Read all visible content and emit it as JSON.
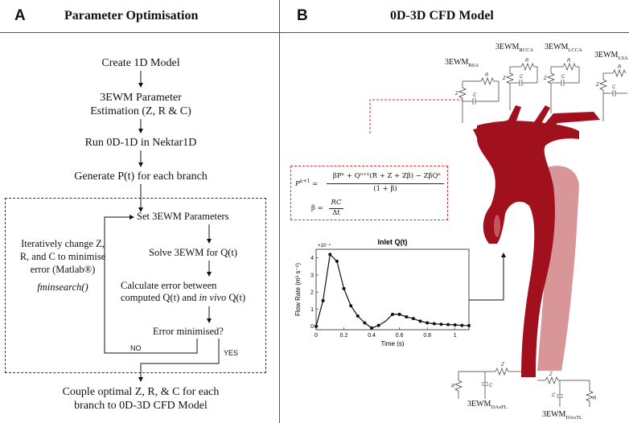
{
  "panel_a": {
    "letter": "A",
    "title": "Parameter Optimisation",
    "steps": {
      "create": "Create 1D Model",
      "estimation_line1": "3EWM Parameter",
      "estimation_line2": "Estimation (Z, R & C)",
      "run": "Run 0D-1D in Nektar1D",
      "generate": "Generate P(t) for each branch",
      "set": "Set 3EWM Parameters",
      "solve": "Solve 3EWM for Q(t)",
      "calc_line1": "Calculate error between",
      "calc_line2_prefix": "computed Q(t) and ",
      "calc_line2_italic": "in vivo",
      "calc_line2_suffix": " Q(t)",
      "error": "Error minimised?",
      "no": "NO",
      "yes": "YES",
      "couple_line1": "Couple optimal Z, R, & C for each",
      "couple_line2": "branch to 0D-3D CFD Model"
    },
    "side_note": {
      "line1": "Iteratively change Z,",
      "line2": "R, and C to minimise",
      "line3": "error (Matlab®)",
      "function": "fminsearch()"
    }
  },
  "panel_b": {
    "letter": "B",
    "title": "0D-3D CFD Model",
    "windkessel_labels": {
      "rsa": "3EWM",
      "rsa_sub": "RSA",
      "rcca": "3EWM",
      "rcca_sub": "RCCA",
      "lcca": "3EWM",
      "lcca_sub": "LCCA",
      "lsa": "3EWM",
      "lsa_sub": "LSA",
      "daofl": "3EWM",
      "daofl_sub": "DAoFL",
      "daotl": "3EWM",
      "daotl_sub": "DAoTL"
    },
    "component_letters": {
      "r": "R",
      "c": "C",
      "z": "Z"
    },
    "equation": {
      "lhs": "P",
      "lhs_sup": "n+1",
      "numerator": "βPⁿ + Qⁿ⁺¹(R + Z + Zβ) − ZβQⁿ",
      "denominator": "(1 + β)",
      "beta": "β =",
      "beta_num": "RC",
      "beta_den": "Δt"
    },
    "plot_label": "Inlet Q(t)"
  },
  "colors": {
    "vessel": "#a0101d",
    "vessel_light": "#c86a6e",
    "dashed_box": "#e03030"
  },
  "chart_data": {
    "type": "line",
    "title": "Inlet Q(t)",
    "xlabel": "Time (s)",
    "ylabel": "Flow Rate (m³ s⁻¹)",
    "y_multiplier": "×10⁻⁴",
    "xlim": [
      0,
      1.1
    ],
    "ylim": [
      -0.2,
      4.5
    ],
    "xticks": [
      "0",
      "0.2",
      "0.4",
      "0.6",
      "0.8",
      "1"
    ],
    "yticks": [
      "0",
      "1",
      "2",
      "3",
      "4"
    ],
    "grid": false,
    "x": [
      0,
      0.05,
      0.1,
      0.15,
      0.2,
      0.25,
      0.3,
      0.35,
      0.4,
      0.45,
      0.5,
      0.55,
      0.6,
      0.65,
      0.7,
      0.75,
      0.8,
      0.85,
      0.9,
      0.95,
      1.0,
      1.05,
      1.1
    ],
    "y": [
      0,
      1.5,
      4.2,
      3.8,
      2.2,
      1.2,
      0.6,
      0.2,
      -0.1,
      0.05,
      0.3,
      0.7,
      0.7,
      0.55,
      0.45,
      0.3,
      0.2,
      0.15,
      0.12,
      0.1,
      0.08,
      0.05,
      0.04
    ],
    "marker_x": [
      0,
      0.05,
      0.1,
      0.15,
      0.2,
      0.25,
      0.3,
      0.35,
      0.4,
      0.45,
      0.55,
      0.6,
      0.65,
      0.7,
      0.75,
      0.8,
      0.85,
      0.9,
      0.95,
      1.0,
      1.05,
      1.1
    ],
    "marker_y": [
      0,
      1.5,
      4.2,
      3.8,
      2.2,
      1.2,
      0.6,
      0.2,
      -0.1,
      0.05,
      0.7,
      0.7,
      0.55,
      0.45,
      0.3,
      0.2,
      0.15,
      0.12,
      0.1,
      0.08,
      0.05,
      0.04
    ]
  }
}
